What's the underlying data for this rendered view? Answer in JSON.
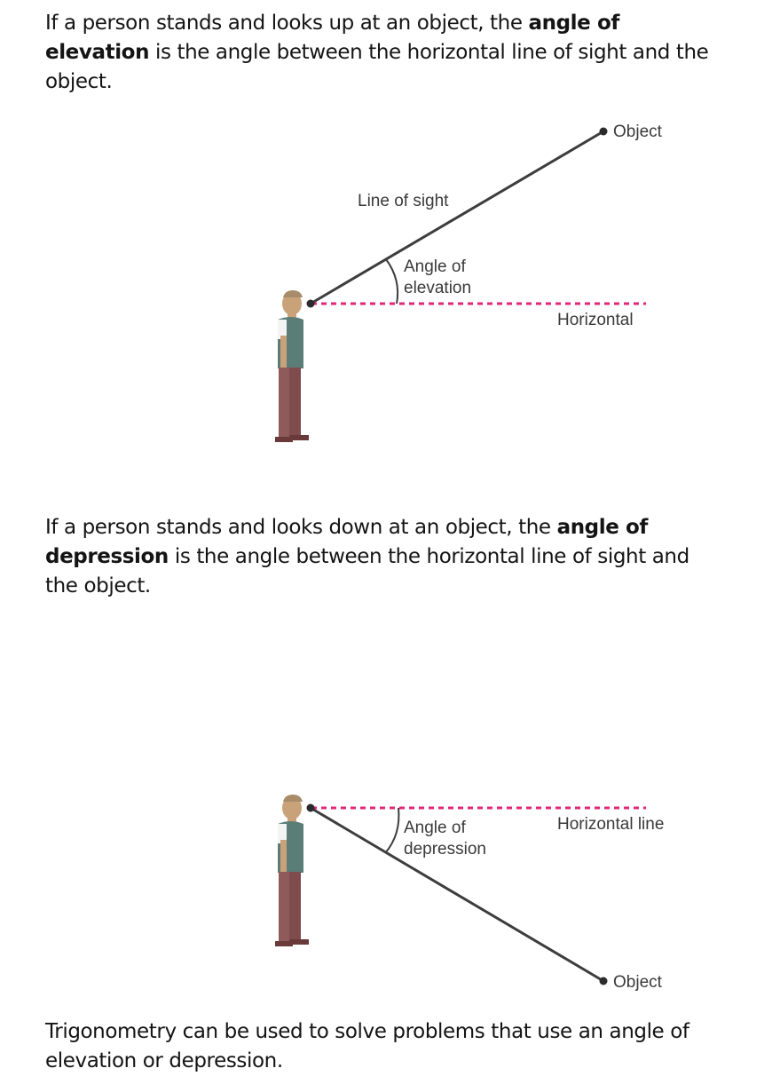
{
  "intro_elevation": {
    "before": "If a person stands and looks up at an object, the ",
    "term": "angle of elevation",
    "after": " is the angle between the horizontal line of sight and the object."
  },
  "diagram_elevation": {
    "object_label": "Object",
    "line_of_sight_label": "Line of sight",
    "angle_label_line1": "Angle of",
    "angle_label_line2": "elevation",
    "horizontal_label": "Horizontal"
  },
  "intro_depression": {
    "before": "If a person stands and looks down at an object, the ",
    "term": "angle of depression",
    "after": " is the angle between the horizontal line of sight and the object."
  },
  "diagram_depression": {
    "horizontal_label": "Horizontal line",
    "angle_label_line1": "Angle of",
    "angle_label_line2": "depression",
    "object_label": "Object"
  },
  "conclusion": "Trigonometry can be used to solve problems that use an angle of elevation or depression.",
  "colors": {
    "horizontal_dash": "#e0277a",
    "sight_line": "#3d3d3d",
    "shirt": "#5b7d78",
    "trousers": "#8e5a5a",
    "skin": "#c9a27a"
  }
}
